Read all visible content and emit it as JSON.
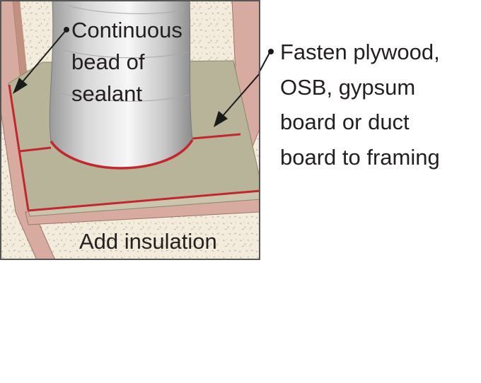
{
  "labels": {
    "sealant": [
      "Continuous",
      "bead of",
      "sealant"
    ],
    "fasten": [
      "Fasten plywood,",
      "OSB, gypsum",
      "board or duct",
      "board to framing"
    ],
    "insulation": "Add insulation"
  },
  "colors": {
    "background_speckle": "#f3ecdc",
    "framing_wood": "#d8aba0",
    "board": "#b8b499",
    "board_edge": "#c9c6ad",
    "duct": "#dcdcdc",
    "sealant_bead": "#c1272d",
    "border": "#555555",
    "leader_line": "#1a1a1a"
  },
  "icons": {
    "duct": "round-duct-cylinder",
    "bead": "red-sealant-bead",
    "leader": "arrow-leader-line"
  }
}
